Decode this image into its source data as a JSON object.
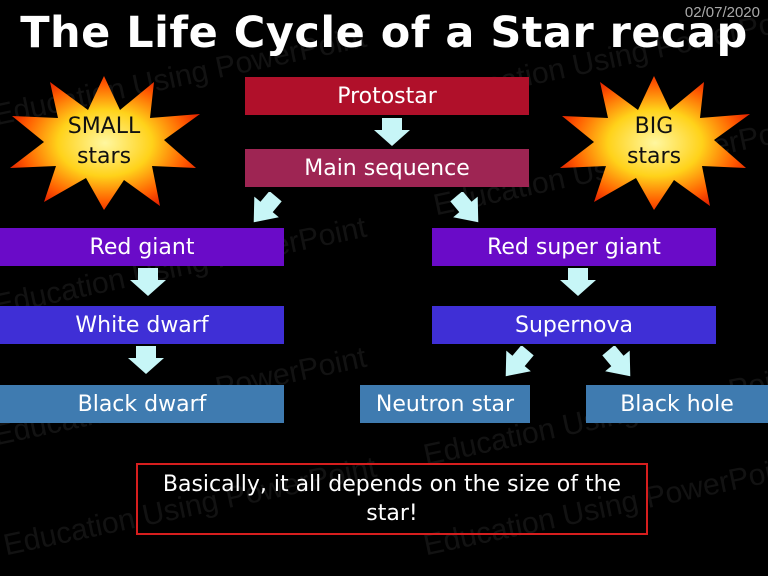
{
  "date": "02/07/2020",
  "title": "The Life Cycle of a Star recap",
  "watermark": "Education Using PowerPoint",
  "bursts": {
    "small": {
      "line1": "SMALL",
      "line2": "stars"
    },
    "big": {
      "line1": "BIG",
      "line2": "stars"
    }
  },
  "stages": {
    "protostar": "Protostar",
    "main_sequence": "Main sequence",
    "red_giant": "Red giant",
    "white_dwarf": "White dwarf",
    "black_dwarf": "Black dwarf",
    "red_super_giant": "Red super giant",
    "supernova": "Supernova",
    "neutron_star": "Neutron star",
    "black_hole": "Black hole"
  },
  "summary": "Basically, it all depends on the size of the star!",
  "colors": {
    "protostar": "#b0102a",
    "main_sequence": "#9e2553",
    "giant": "#6a0bc8",
    "dwarf": "#3f2fd6",
    "end_state": "#3f7bb0",
    "arrow": "#c7f6f7",
    "summary_border": "#d61e1e"
  }
}
